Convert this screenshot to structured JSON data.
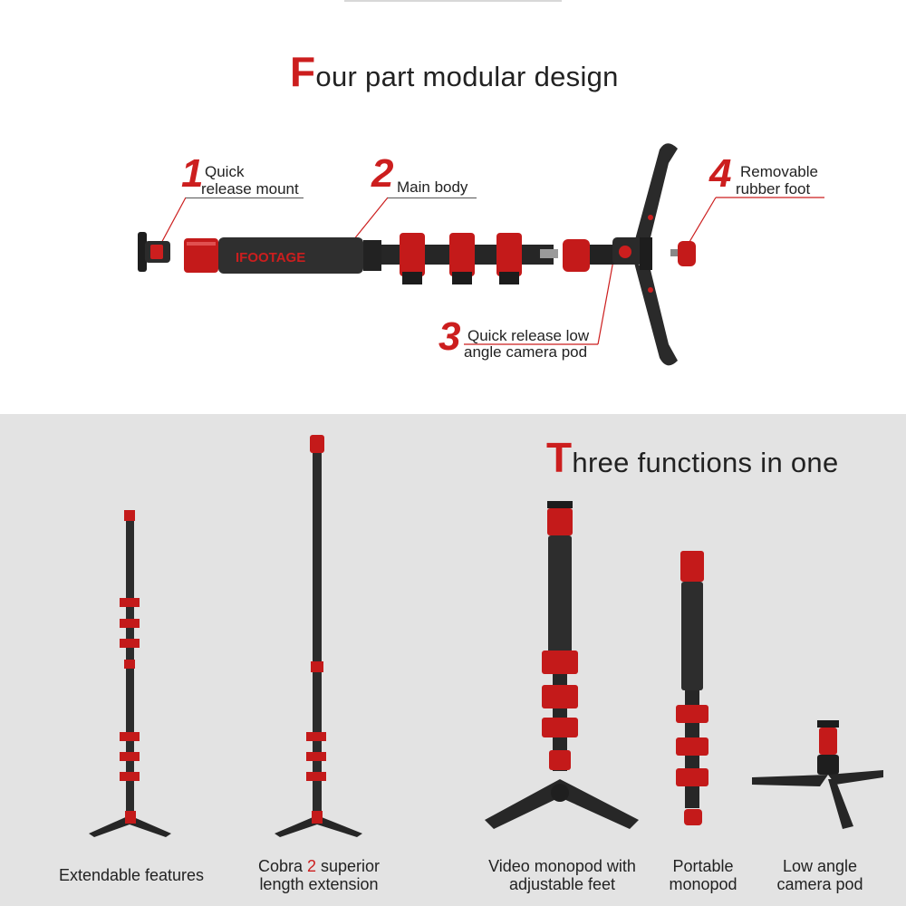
{
  "header": {
    "title_cap": "F",
    "title_rest": "our part modular design"
  },
  "parts": [
    {
      "number": "1",
      "line1": "Quick",
      "line2": "release mount"
    },
    {
      "number": "2",
      "line1": "Main body"
    },
    {
      "number": "3",
      "line1": "Quick release low",
      "line2": "angle camera pod"
    },
    {
      "number": "4",
      "line1": "Removable",
      "line2": "rubber foot"
    }
  ],
  "product": {
    "brand": "IFOOTAGE"
  },
  "functions": {
    "title_cap": "T",
    "title_rest": "hree functions in one",
    "captions": [
      {
        "line1": "Extendable features"
      },
      {
        "line1_a": "Cobra ",
        "line1_b": "2",
        "line1_c": " superior",
        "line2": "length extension"
      },
      {
        "line1": "Video monopod with",
        "line2": "adjustable feet"
      },
      {
        "line1": "Portable",
        "line2": "monopod"
      },
      {
        "line1": "Low angle",
        "line2": "camera pod"
      }
    ]
  },
  "colors": {
    "accent": "#cc1e1e",
    "body": "#2a2a2a",
    "bottom_bg": "#e3e3e3"
  }
}
